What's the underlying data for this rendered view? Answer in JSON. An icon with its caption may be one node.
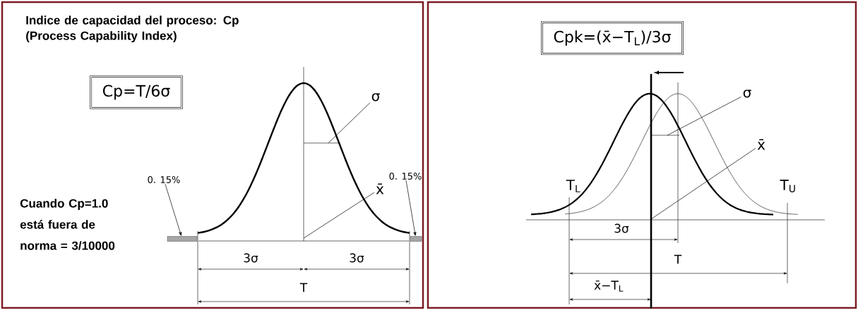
{
  "diagram": {
    "title": "Indice de capacidad del proceso: Cp (Process Capability Index)",
    "nodes": [
      {
        "text": [
          "Cp=T/6σ"
        ]
      },
      {
        "text": [
          "σ"
        ]
      },
      {
        "text": [
          "x̄"
        ]
      },
      {
        "text": [
          "0. 15%"
        ]
      },
      {
        "text": [],
        "shape": "bar"
      },
      {
        "text": [
          "0. 15%"
        ]
      },
      {
        "text": [],
        "shape": "bar"
      },
      {
        "text": [
          "Cpk=(x̄−T$_{L}$)/3σ"
        ]
      },
      {
        "text": [
          "σ"
        ]
      },
      {
        "text": [
          "x̄"
        ]
      }
    ],
    "edges": [
      {
        "from": 1,
        "to": null,
        "arrow": "none"
      },
      {
        "from": 2,
        "to": null,
        "arrow": "none"
      },
      {
        "from": 3,
        "to": 4,
        "arrow": "to"
      },
      {
        "from": 5,
        "to": 6,
        "arrow": "to"
      },
      {
        "from": 8,
        "to": null,
        "arrow": "none"
      },
      {
        "from": 9,
        "to": null,
        "arrow": "none"
      }
    ],
    "labels": [
      "Cuando Cp=1.0 está fuera de norma = 3/10000",
      "3σ",
      "3σ",
      "T",
      "T$_{L}$",
      "T$_{U}$",
      "3σ",
      "T",
      "x̄−T$_{L}$"
    ]
  }
}
